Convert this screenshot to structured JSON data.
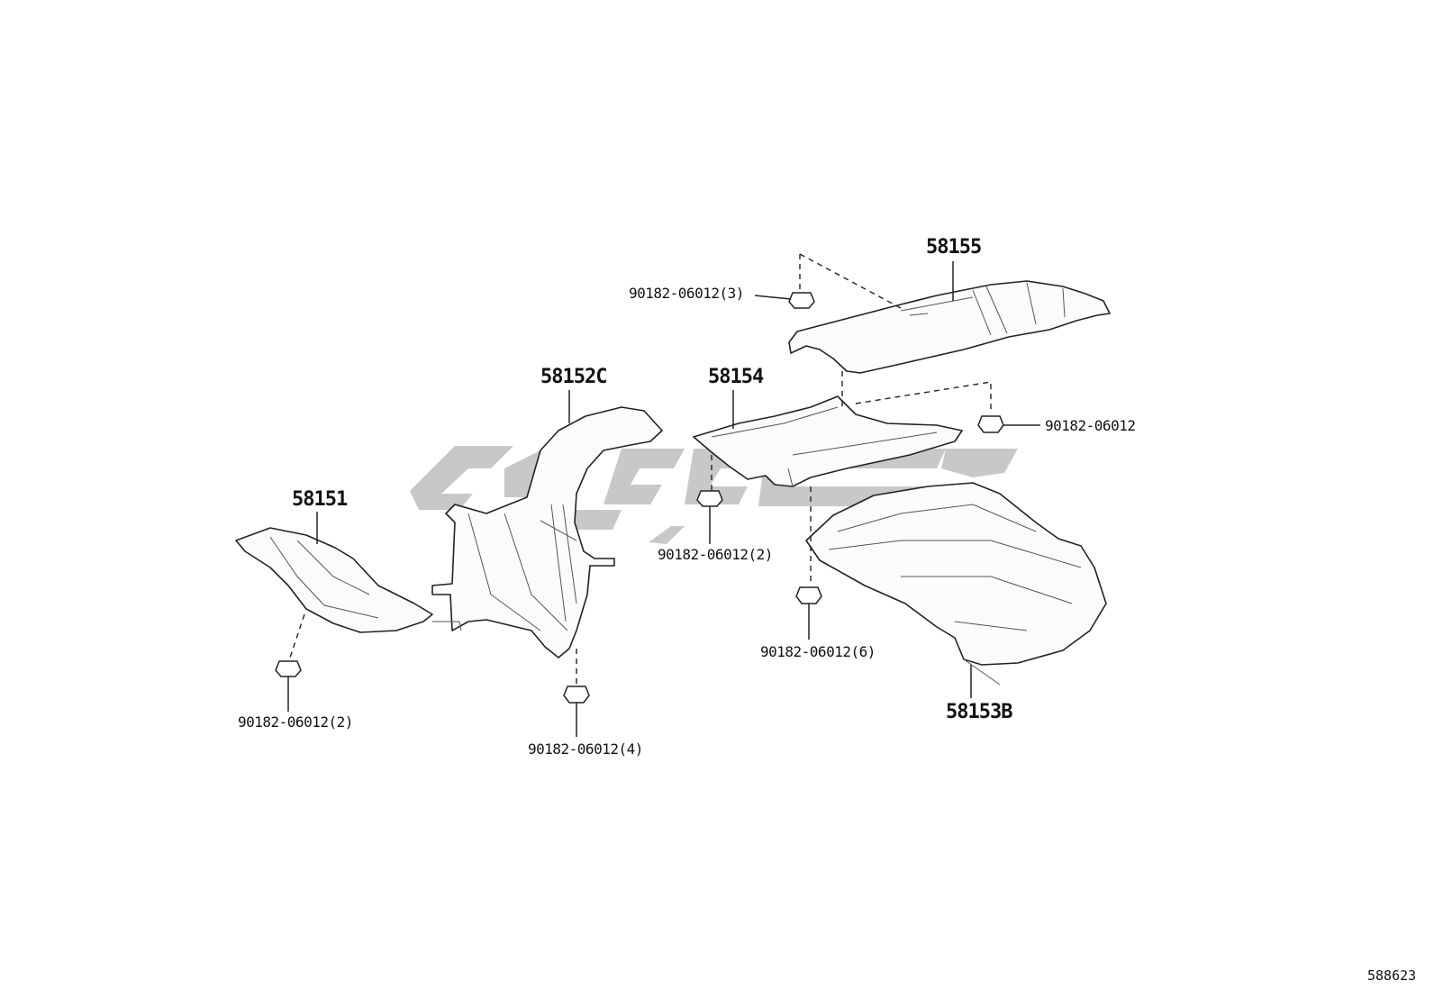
{
  "parts": {
    "p58155": "58155",
    "p58152c": "58152C",
    "p58154": "58154",
    "p58151": "58151",
    "p58153b": "58153B"
  },
  "fasteners": {
    "f_top3": "90182-06012(3)",
    "f_right": "90182-06012",
    "f_mid2": "90182-06012(2)",
    "f_mid6": "90182-06012(6)",
    "f_left2": "90182-06012(2)",
    "f_center4": "90182-06012(4)"
  },
  "diagram_code": "588623",
  "colors": {
    "line": "#222222",
    "watermark": "#b9b9b9",
    "background": "#ffffff"
  }
}
